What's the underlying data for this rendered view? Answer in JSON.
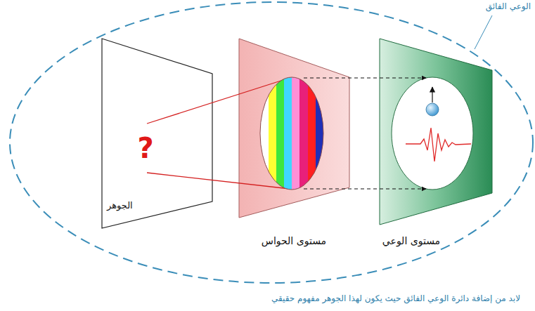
{
  "diagram": {
    "caption": "لابد من إضافة دائرة الوعي الفائق حيث يكون لهذا الجوهر مفهوم حقيقي",
    "nodes": [
      {
        "text": [
          "الوعي الفائق"
        ]
      },
      {
        "text": [
          "الجوهر"
        ],
        "in": 0
      },
      {
        "text": [
          "مستوى الحواس"
        ],
        "in": 0
      },
      {
        "text": [
          "مستوى الوعي"
        ],
        "in": 0
      },
      {
        "text": [
          "?"
        ],
        "in": 1
      }
    ]
  }
}
